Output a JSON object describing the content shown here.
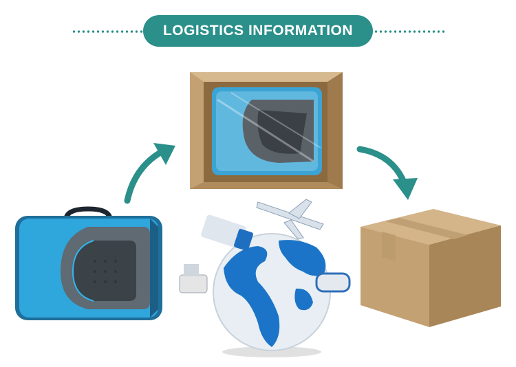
{
  "header": {
    "title": "LOGISTICS INFORMATION"
  },
  "colors": {
    "accent": "#2b8f8a",
    "bag_blue": "#2fa6dc",
    "cardboard": "#c9a97c"
  },
  "icons": [
    "pet-carrier-bag-image",
    "open-shipping-box-image",
    "globe-transport-image",
    "closed-shipping-box-image",
    "curved-arrow-icon"
  ]
}
